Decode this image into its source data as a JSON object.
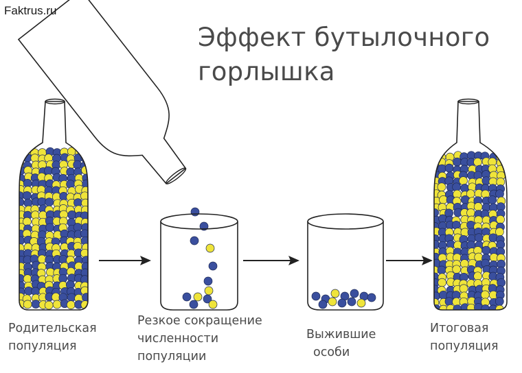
{
  "watermark": "Faktrus.ru",
  "title": {
    "line1": "Эффект бутылочного",
    "line2": "горлышка"
  },
  "stages": [
    {
      "lines": [
        "Родительская",
        "популяция"
      ]
    },
    {
      "lines": [
        "Резкое сокращение",
        "численности",
        "популяции"
      ]
    },
    {
      "lines": [
        "Выжившие",
        "особи"
      ]
    },
    {
      "lines": [
        "Итоговая",
        "популяция"
      ]
    }
  ],
  "colors": {
    "blue_ball": "#3a4f9e",
    "yellow_ball": "#efe43a",
    "outline": "#222222",
    "text": "#4a4a4a"
  }
}
